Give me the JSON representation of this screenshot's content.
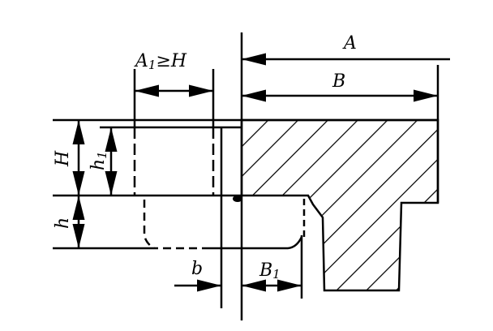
{
  "labels": {
    "A": "A",
    "B": "B",
    "A1_ge_H_main": "A",
    "A1_ge_H_sub": "1",
    "A1_ge_H_rest": "≥H",
    "H": "H",
    "h1_main": "h",
    "h1_sub": "1",
    "h": "h",
    "b": "b",
    "B1_main": "B",
    "B1_sub": "1"
  },
  "colors": {
    "ink": "#000000",
    "paper": "#ffffff"
  }
}
